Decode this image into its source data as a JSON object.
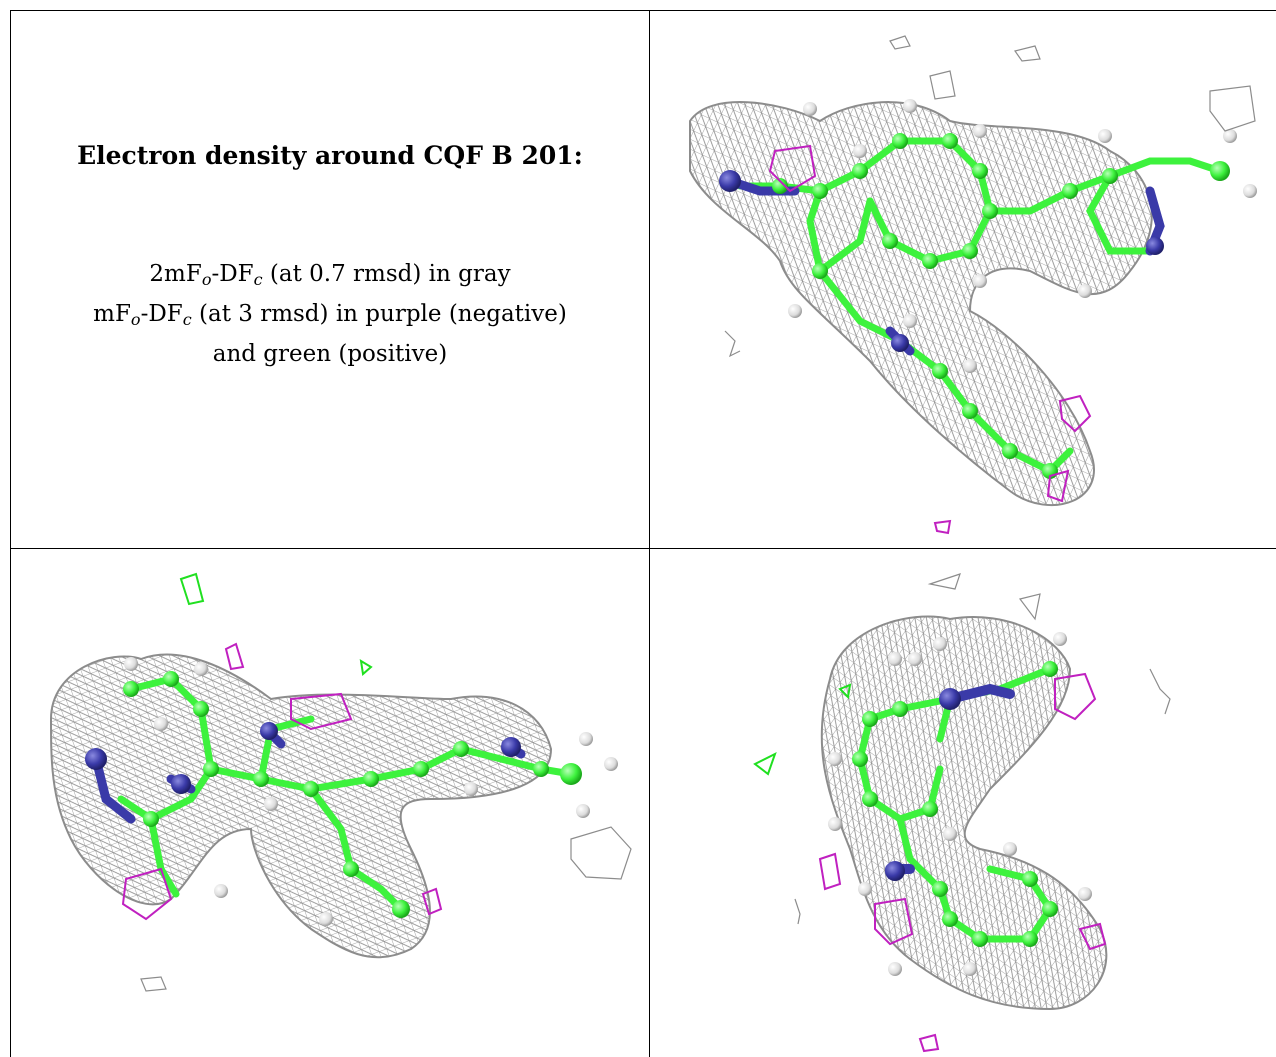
{
  "header": {
    "title": "Electron density around CQF B 201:"
  },
  "legend": {
    "line1_pre": "2mF",
    "line1_sub1": "o",
    "line1_mid": "-DF",
    "line1_sub2": "c",
    "line1_post": " (at 0.7 rmsd) in gray",
    "line2_pre": "mF",
    "line2_sub1": "o",
    "line2_mid": "-DF",
    "line2_sub2": "c",
    "line2_post": " (at 3 rmsd) in purple (negative)",
    "line3": "and green (positive)"
  },
  "colors": {
    "mesh_gray": "#9a9a9a",
    "carbon_green": "#3df23d",
    "nitrogen_blue": "#3a3aa8",
    "hydrogen_white": "#e6e6e6",
    "negative_purple": "#c020c0",
    "positive_green": "#20e020"
  },
  "views": [
    {
      "name": "view-top-right"
    },
    {
      "name": "view-bottom-left"
    },
    {
      "name": "view-bottom-right"
    }
  ]
}
